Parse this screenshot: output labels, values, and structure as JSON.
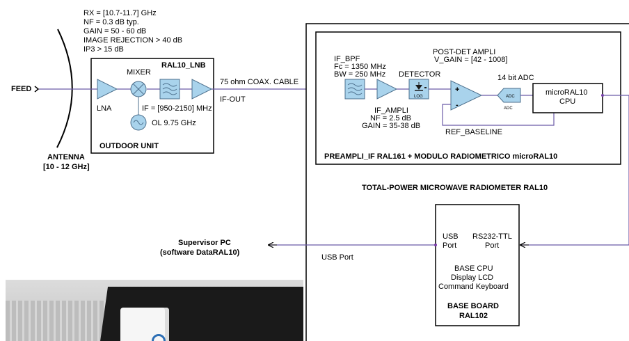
{
  "feed": {
    "label": "FEED"
  },
  "antenna": {
    "title": "ANTENNA",
    "band": "[10 - 12 GHz]"
  },
  "lnb_specs": [
    "RX = [10.7-11.7] GHz",
    "NF = 0.3 dB typ.",
    "GAIN = 50 - 60 dB",
    "IMAGE REJECTION > 40 dB",
    "IP3 > 15 dB"
  ],
  "outdoor_unit": {
    "name": "RAL10_LNB",
    "mixer_label": "MIXER",
    "lna_label": "LNA",
    "if_label": "IF = [950-2150] MHz",
    "ol_label": "OL 9.75 GHz",
    "title": "OUTDOOR UNIT"
  },
  "cable": {
    "label": "75 ohm COAX. CABLE",
    "if_out": "IF-OUT"
  },
  "preampli": {
    "if_bpf": [
      "IF_BPF",
      "Fc = 1350 MHz",
      "BW = 250 MHz"
    ],
    "detector": "DETECTOR",
    "detector_icon": "LOG",
    "post_det": [
      "POST-DET AMPLI",
      "V_GAIN = [42 - 1008]"
    ],
    "if_ampli": [
      "IF_AMPLI",
      "NF = 2.5 dB",
      "GAIN = 35-38 dB"
    ],
    "adc_title": "14 bit ADC",
    "adc_inner": "ADC",
    "adc_sub": "ADC",
    "plus": "+",
    "minus": "-",
    "cpu": [
      "microRAL10",
      "CPU"
    ],
    "ref_baseline": "REF_BASELINE",
    "title": "PREAMPLI_IF RAL161 + MODULO RADIOMETRICO microRAL10"
  },
  "radiometer_title": "TOTAL-POWER MICROWAVE RADIOMETER RAL10",
  "base_board": {
    "usb": [
      "USB",
      "Port"
    ],
    "rs232": [
      "RS232-TTL",
      "Port"
    ],
    "base_cpu": [
      "BASE CPU",
      "Display LCD",
      "Command Keyboard"
    ],
    "title": [
      "BASE BOARD",
      "RAL102"
    ]
  },
  "supervisor": {
    "title": [
      "Supervisor PC",
      "(software DataRAL10)"
    ],
    "usb_port": "USB Port"
  },
  "colors": {
    "signal": "#6b5aa8",
    "block": "#a9d3ec",
    "node": "#7a3aa8"
  }
}
